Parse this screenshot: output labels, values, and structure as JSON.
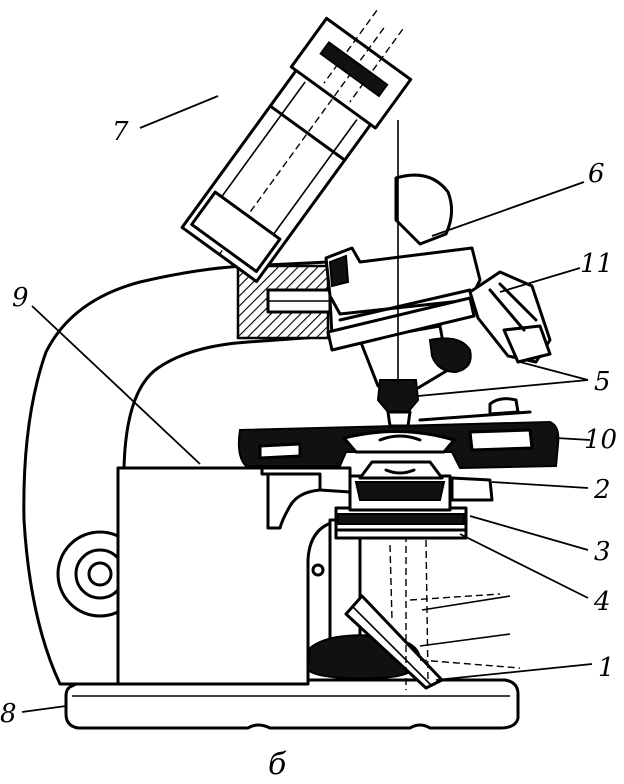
{
  "figure": {
    "caption": "б",
    "labels": {
      "l1": "1",
      "l2": "2",
      "l3": "3",
      "l4": "4",
      "l5": "5",
      "l6": "6",
      "l7": "7",
      "l8": "8",
      "l9": "9",
      "l10": "10",
      "l11": "11"
    }
  }
}
